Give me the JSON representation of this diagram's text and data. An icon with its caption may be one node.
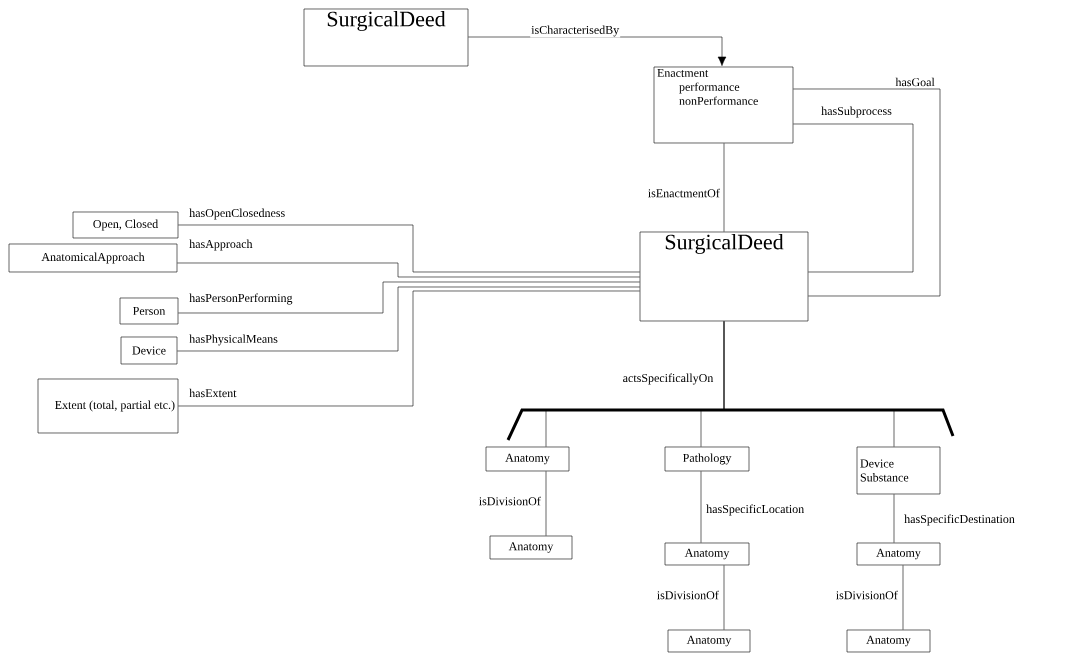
{
  "diagram": {
    "nodes": [
      {
        "text": [
          "SurgicalDeed"
        ]
      },
      {
        "text": [
          "Enactment",
          "performance",
          "nonPerformance"
        ]
      },
      {
        "text": [
          "SurgicalDeed"
        ]
      },
      {
        "text": [
          "Open, Closed"
        ]
      },
      {
        "text": [
          "AnatomicalApproach"
        ]
      },
      {
        "text": [
          "Person"
        ]
      },
      {
        "text": [
          "Device"
        ]
      },
      {
        "text": [
          "Extent (total, partial etc.)"
        ]
      },
      {
        "text": [
          "Anatomy"
        ]
      },
      {
        "text": [
          "Pathology"
        ]
      },
      {
        "text": [
          "Device Substance"
        ]
      },
      {
        "text": [
          "Anatomy"
        ]
      },
      {
        "text": [
          "Anatomy"
        ]
      },
      {
        "text": [
          "Anatomy"
        ]
      },
      {
        "text": [
          "Anatomy"
        ]
      },
      {
        "text": [
          "Anatomy"
        ]
      }
    ],
    "edges": [
      {
        "from": 0,
        "to": 1,
        "arrow": "to",
        "label": "isCharacterisedBy"
      },
      {
        "from": 1,
        "to": 2,
        "arrow": "none",
        "label": "isEnactmentOf"
      },
      {
        "from": 1,
        "to": 2,
        "arrow": "none",
        "label": "hasGoal"
      },
      {
        "from": 1,
        "to": 2,
        "arrow": "none",
        "label": "hasSubprocess"
      },
      {
        "from": 3,
        "to": 2,
        "arrow": "none",
        "label": "hasOpenClosedness"
      },
      {
        "from": 4,
        "to": 2,
        "arrow": "none",
        "label": "hasApproach"
      },
      {
        "from": 5,
        "to": 2,
        "arrow": "none",
        "label": "hasPersonPerforming"
      },
      {
        "from": 6,
        "to": 2,
        "arrow": "none",
        "label": "hasPhysicalMeans"
      },
      {
        "from": 7,
        "to": 2,
        "arrow": "none",
        "label": "hasExtent"
      },
      {
        "from": 2,
        "to": 8,
        "arrow": "none",
        "label": "actsSpecificallyOn"
      },
      {
        "from": 2,
        "to": 9,
        "arrow": "none"
      },
      {
        "from": 2,
        "to": 10,
        "arrow": "none"
      },
      {
        "from": 8,
        "to": 11,
        "arrow": "none",
        "label": "isDivisionOf"
      },
      {
        "from": 9,
        "to": 12,
        "arrow": "none",
        "label": "hasSpecificLocation"
      },
      {
        "from": 10,
        "to": 13,
        "arrow": "none",
        "label": "hasSpecificDestination"
      },
      {
        "from": 12,
        "to": 14,
        "arrow": "none",
        "label": "isDivisionOf"
      },
      {
        "from": 13,
        "to": 15,
        "arrow": "none",
        "label": "isDivisionOf"
      }
    ]
  }
}
